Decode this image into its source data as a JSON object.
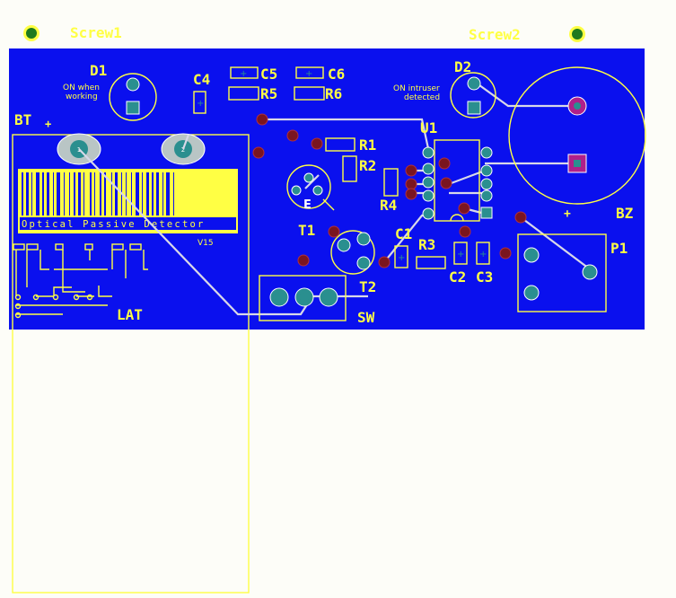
{
  "board": {
    "fill": "#0a10ee",
    "silk": "#ffff44",
    "trace": "#d8d8e8",
    "pad": "#2a8f8f",
    "via": "#7a1520",
    "buzzer_pad": "#b0208a"
  },
  "labels": {
    "screw1": "Screw1",
    "screw2": "Screw2",
    "d1": "D1",
    "d1_note_1": "ON when",
    "d1_note_2": "working",
    "d2": "D2",
    "d2_note_1": "ON intruser",
    "d2_note_2": "detected",
    "c4": "C4",
    "c5": "C5",
    "c6": "C6",
    "r5": "R5",
    "r6": "R6",
    "u1": "U1",
    "bt": "BT",
    "bt_plus": "+",
    "r1": "R1",
    "r2": "R2",
    "r4": "R4",
    "t1": "T1",
    "t2": "T2",
    "c1": "C1",
    "r3": "R3",
    "c2": "C2",
    "c3": "C3",
    "p1": "P1",
    "bz": "BZ",
    "bz_plus": "+",
    "sw": "SW",
    "lat": "LAT",
    "barcode_text": "Optical Passive Detector",
    "version": "V15",
    "pad1": "1",
    "pad2": "2"
  }
}
